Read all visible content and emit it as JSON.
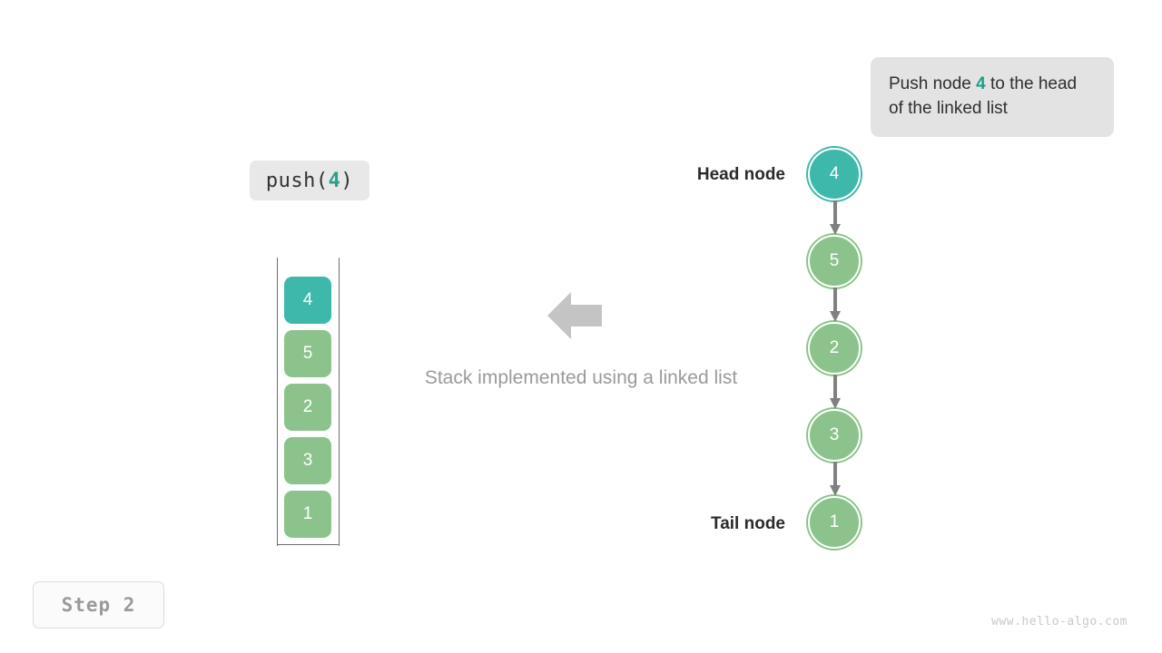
{
  "callout": {
    "text_before": "Push node ",
    "accent": "4",
    "text_after": " to the head of the linked list"
  },
  "operation_chip": {
    "name": "push",
    "open_paren": "(",
    "argument": "4",
    "close_paren": ")"
  },
  "stack": {
    "title": "Stack implemented using a linked list",
    "cells": [
      {
        "value": "4",
        "color": "teal",
        "hex": "#3fb8ac"
      },
      {
        "value": "5",
        "color": "green",
        "hex": "#8cc38c"
      },
      {
        "value": "2",
        "color": "green",
        "hex": "#8cc38c"
      },
      {
        "value": "3",
        "color": "green",
        "hex": "#8cc38c"
      },
      {
        "value": "1",
        "color": "green",
        "hex": "#8cc38c"
      }
    ]
  },
  "linked_list": {
    "head_label": "Head node",
    "tail_label": "Tail node",
    "nodes": [
      {
        "value": "4",
        "color": "teal",
        "hex": "#3fb8ac"
      },
      {
        "value": "5",
        "color": "green",
        "hex": "#8cc38c"
      },
      {
        "value": "2",
        "color": "green",
        "hex": "#8cc38c"
      },
      {
        "value": "3",
        "color": "green",
        "hex": "#8cc38c"
      },
      {
        "value": "1",
        "color": "green",
        "hex": "#8cc38c"
      }
    ]
  },
  "arrow_icon": "left-block-arrow",
  "step_badge": "Step 2",
  "watermark": "www.hello-algo.com",
  "colors": {
    "accent_teal": "#3fb8ac",
    "accent_teal_text": "#1e9e8a",
    "node_green": "#8cc38c",
    "callout_bg": "#e3e3e3",
    "chip_bg": "#e8e8e8",
    "arrow_gray": "#c4c4c4",
    "edge_gray": "#808080",
    "caption_gray": "#9a9a9a"
  }
}
